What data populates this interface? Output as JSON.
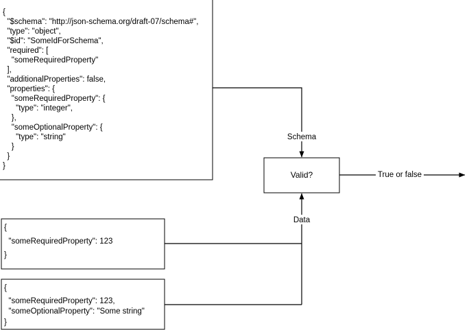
{
  "diagram": {
    "title": "JSON Schema validation flow",
    "colors": {
      "stroke": "#000000",
      "fill": "#ffffff",
      "text": "#000000"
    },
    "schema_box": {
      "name": "schema-document",
      "lines": [
        "{",
        "  \"$schema\": \"http://json-schema.org/draft-07/schema#\",",
        "  \"type\": \"object\",",
        "  \"$id\": \"SomeIdForSchema\",",
        "  \"required\": [",
        "    \"someRequiredProperty\"",
        "  ],",
        "  \"additionalProperties\": false,",
        "  \"properties\": {",
        "    \"someRequiredProperty\": {",
        "      \"type\": \"integer\",",
        "    },",
        "    \"someOptionalProperty\": {",
        "      \"type\": \"string\"",
        "    }",
        "  }",
        "}"
      ]
    },
    "data_box_1": {
      "name": "data-document-minimal",
      "lines": [
        "{",
        "  \"someRequiredProperty\": 123",
        "}"
      ]
    },
    "data_box_2": {
      "name": "data-document-full",
      "lines": [
        "{",
        "  \"someRequiredProperty\": 123,",
        "  \"someOptionalProperty\": \"Some string\"",
        "}"
      ]
    },
    "validator_box": {
      "name": "validator",
      "label": "Valid?"
    },
    "edges": {
      "schema_label": "Schema",
      "data_label": "Data",
      "result_label": "True or false"
    }
  }
}
